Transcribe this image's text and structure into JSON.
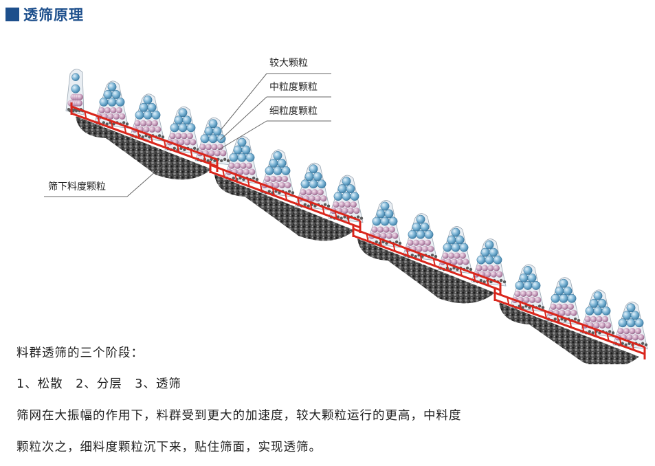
{
  "header": {
    "title": "透筛原理"
  },
  "diagram": {
    "labels": {
      "large": "较大颗粒",
      "medium": "中粒度颗粒",
      "fine": "细粒度颗粒",
      "undersize": "筛下料度颗粒"
    },
    "colors": {
      "large_particle": "#7ab3d4",
      "medium_particle": "#c59aba",
      "fine_particle": "#5a5a5a",
      "screen_frame": "#d9261c"
    }
  },
  "text": {
    "stages_heading": "料群透筛的三个阶段：",
    "stages": "1、松散　2、分层　3、透筛",
    "description_line1": "筛网在大振幅的作用下，料群受到更大的加速度，较大颗粒运行的更高，中料度",
    "description_line2": "颗粒次之，细料度颗粒沉下来，贴住筛面，实现透筛。"
  }
}
